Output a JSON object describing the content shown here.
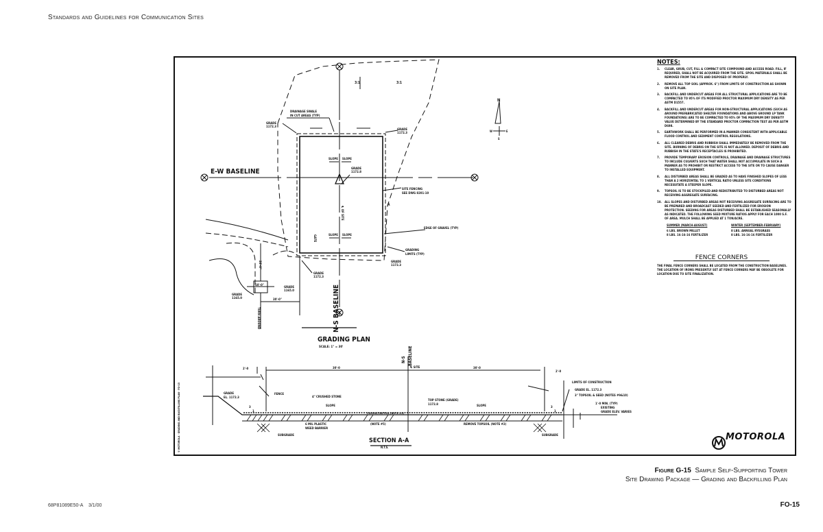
{
  "header": {
    "running_head": "Standards and Guidelines for Communication Sites"
  },
  "drawing": {
    "plan": {
      "title": "GRADING PLAN",
      "scale": "SCALE: 1\" = 30'",
      "ew_baseline": "E-W BASELINE",
      "ns_baseline": "N-S BASELINE",
      "slope_ratio_a": "3:1",
      "slope_ratio_b": "3:1",
      "drainage_swale": [
        "DRAINAGE SWALE",
        "IN CUT AREAS (TYP)"
      ],
      "grade_nw": [
        "GRADE",
        "1172.3"
      ],
      "grade_ne": [
        "GRADE",
        "1172.3"
      ],
      "grade_center": [
        "GRADE",
        "1172.8"
      ],
      "grade_se": [
        "GRADE",
        "1172.3"
      ],
      "grade_sw": [
        "GRADE",
        "1172.3"
      ],
      "grade_low_left": [
        "GRADE",
        "1165.0"
      ],
      "grade_low_right": [
        "GRADE",
        "1165.0"
      ],
      "site_fencing": [
        "SITE FENCING",
        "SEE DWG 8201-10"
      ],
      "edge_of_gravel": "EDGE OF GRAVEL (TYP)",
      "grading_limits": [
        "GRADING",
        "LIMITS (TYP)"
      ],
      "slope": "SLOPE",
      "centerline_site": "℄ OF SITE",
      "gate": "GATE",
      "dim_10": "10'-0\"",
      "dim_30": "30'-0\"",
      "dim_20": "20'-0\"",
      "turn_around": "TURN AROUND",
      "section_marker": "A",
      "north": {
        "n": "N",
        "w": "W",
        "e": "E",
        "s": "S"
      }
    },
    "section": {
      "title": "SECTION A-A",
      "scale": "N.T.S.",
      "ns_baseline": [
        "N-S",
        "BASELINE"
      ],
      "site_cl": "℄ SITE",
      "dim_left_small": "2'-0",
      "dim_left": "30'-0",
      "dim_right": "30'-0",
      "dim_right_small": "2'-0",
      "grade_el_left": [
        "GRADE",
        "EL. 1172.3"
      ],
      "fence": "FENCE",
      "crushed_stone": "4\" CRUSHED STONE",
      "slope": "SLOPE",
      "plastic_barrier": [
        "6 MIL PLASTIC",
        "WEED BARRIER"
      ],
      "note5": "(NOTE #5)",
      "subgrade": "SUBGRADE",
      "compacted_fill": "COMPACTED FILL (NOTE #3)",
      "top_stone": [
        "TOP STONE (GRADE)",
        "1172.8"
      ],
      "remove_topsoil": "REMOVE TOPSOIL (NOTE #2)",
      "limits_construction": "LIMITS OF CONSTRUCTION",
      "grade_el_right": "GRADE EL. 1172.3",
      "topsoil_seed": "3\" TOPSOIL & SEED (NOTES #9&10)",
      "min_typ": "1'-0 MIN. (TYP)",
      "existing_grade": [
        "EXISTING",
        "GRADE ELEV. VARIES"
      ],
      "ratio_3": "3",
      "ratio_1": "1"
    },
    "side_strip": "© MOTOROLA · GRADING AND BACKFILLING PLAN · FO-15"
  },
  "notes": {
    "title": "NOTES:",
    "items": [
      {
        "num": "1.",
        "text": "Clear, grub, cut, fill & compact site compound and access road. Fill, if required, shall not be acquired from the site. Spoil materials shall be removed from the site and disposed of properly."
      },
      {
        "num": "2.",
        "text": "Remove all top soil (approx. 6\") from limits of construction as shown on site plan."
      },
      {
        "num": "3.",
        "text": "Backfill and undercut areas for all structural applications are to be compacted to 95% of its modified proctor maximum dry density as per ASTM D1557."
      },
      {
        "num": "4.",
        "text": "Backfill and undercut areas for non-structural applications (such as around prefabricated shelter foundations and above ground LP tank foundations) are to be compacted to 95% of the maximum dry density value determined by the standard proctor compaction test as per ASTM D698."
      },
      {
        "num": "5.",
        "text": "Earthwork shall be performed in a manner consistent with applicable flood control and sediment control regulations."
      },
      {
        "num": "6.",
        "text": "All cleared debris and rubbish shall immediately be removed from the site. Burning of debris on the site is not allowed. Deposit of debris and rubbish in the state's receptacles is prohibited."
      },
      {
        "num": "7.",
        "text": "Provide temporary erosion controls, drainage and drainage structures to include culverts such that water shall not accumulate in such a manner as to prohibit or restrict access to the site or to cause danger to installed equipment."
      },
      {
        "num": "8.",
        "text": "All disturbed areas shall be graded as to have finished slopes of less than a 2 horizontal to 1 vertical ratio unless site conditions necessitate a steeper slope."
      },
      {
        "num": "9.",
        "text": "Topsoil is to be stockpiled and redistributed to disturbed areas not receiving aggregate surfacing."
      },
      {
        "num": "10.",
        "text": "All slopes and disturbed areas not receiving aggregate surfacing are to be prepared and broadcast seeded and fertilized for erosion protection. Seeding for areas disturbed shall be established seasonally as indicated. The following seed mixture ratios apply for each 1000 S.F. of area. Mulch shall be applied at 1 ton/acre."
      }
    ],
    "seed": {
      "summer": {
        "head": "SUMMER (MARCH-AUGUST)",
        "lines": [
          "6 LBS. BROWN MILLET",
          "8 LBS. 16-16-16 FERTILIZER"
        ]
      },
      "winter": {
        "head": "WINTER (SEPTEMBER-FEBRUARY)",
        "lines": [
          "8 LBS. ANNUAL RYEGRASS",
          "8 LBS. 16-16-16 FERTILIZER"
        ]
      }
    },
    "fence_corners": {
      "title": "FENCE CORNERS",
      "text": "The final fence corners shall be located from the construction baselines. The location of irons presently set at fence corners may be obsolete for location due to site finalization."
    }
  },
  "logo": {
    "text": "MOTOROLA"
  },
  "caption": {
    "figure": "Figure G-15",
    "line1": "Sample Self-Supporting Tower",
    "line2": "Site Drawing Package — Grading and Backfilling Plan"
  },
  "footer": {
    "doc_id": "68P81089E50-A",
    "date": "3/1/00",
    "page": "FO-15"
  }
}
